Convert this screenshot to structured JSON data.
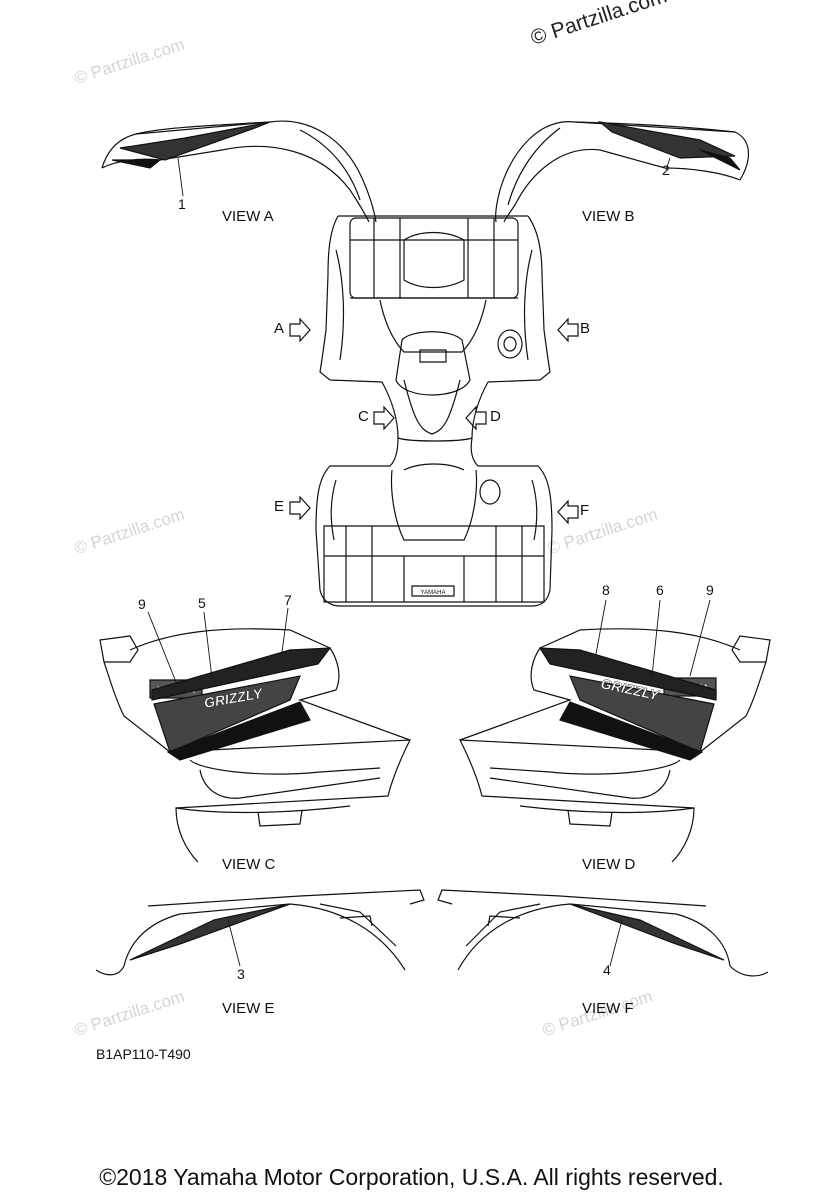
{
  "watermark": "© Partzilla.com",
  "copyright_top": "© Partzilla.com",
  "views": {
    "a": "VIEW A",
    "b": "VIEW B",
    "c": "VIEW C",
    "d": "VIEW D",
    "e": "VIEW E",
    "f": "VIEW F"
  },
  "arrows": {
    "a": "A",
    "b": "B",
    "c": "C",
    "d": "D",
    "e": "E",
    "f": "F"
  },
  "callouts": {
    "p1": "1",
    "p2": "2",
    "p3": "3",
    "p4": "4",
    "p5": "5",
    "p6": "6",
    "p7": "7",
    "p8": "8",
    "p9a": "9",
    "p9b": "9"
  },
  "decal_text": {
    "brand": "YAMAHA",
    "model": "GRIZZLY",
    "rack_brand": "YAMAHA"
  },
  "diagram_code": "B1AP110-T490",
  "footer": "©2018 Yamaha Motor Corporation, U.S.A. All rights reserved."
}
